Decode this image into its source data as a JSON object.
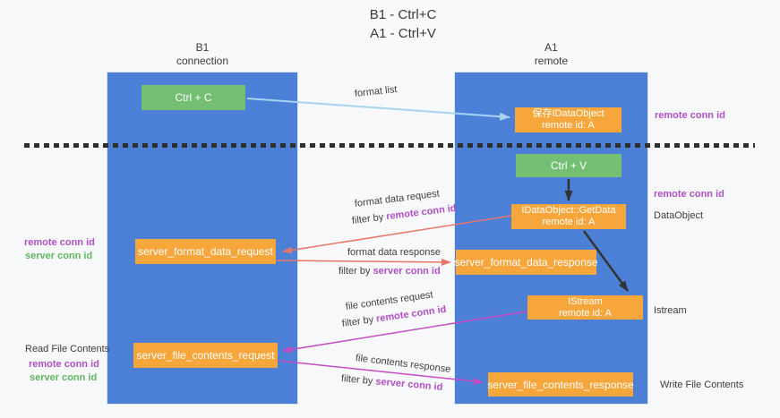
{
  "title": {
    "line1": "B1 - Ctrl+C",
    "line2": "A1 - Ctrl+V"
  },
  "lifelines": {
    "b1": {
      "name": "B1",
      "role": "connection"
    },
    "a1": {
      "name": "A1",
      "role": "remote"
    }
  },
  "nodes": {
    "ctrl_c": {
      "label": "Ctrl + C"
    },
    "ctrl_v": {
      "label": "Ctrl + V"
    },
    "save_dataobject": {
      "line1": "保存IDataObject",
      "line2": "remote id: A"
    },
    "getdata": {
      "line1": "IDataObject::GetData",
      "line2": "remote id: A"
    },
    "istream": {
      "line1": "IStream",
      "line2": "remote id: A"
    },
    "server_format_data_request": {
      "label": "server_format_data_request"
    },
    "server_format_data_response": {
      "label": "server_format_data_response"
    },
    "server_file_contents_request": {
      "label": "server_file_contents_request"
    },
    "server_file_contents_response": {
      "label": "server_file_contents_response"
    }
  },
  "edge_labels": {
    "format_list": "format list",
    "format_data_request": "format data request",
    "format_data_response": "format data response",
    "file_contents_request": "file contents request",
    "file_contents_response": "file contents response",
    "filter_by": "filter by ",
    "remote_conn_id": "remote conn id",
    "server_conn_id": "server conn id"
  },
  "annotations": {
    "remote_conn_id": "remote conn id",
    "server_conn_id": "server conn id",
    "dataobject": "DataObject",
    "istream": "Istream",
    "read_file_contents": "Read File Contents",
    "write_file_contents": "Write File Contents"
  },
  "colors": {
    "lifeline_blue": "#4b80d6",
    "node_green": "#74bf74",
    "node_orange": "#f7a63c",
    "purple_text": "#b14fc7",
    "green_text": "#5eb75f",
    "arrow_red": "#e8756b",
    "arrow_magenta": "#c54bc5",
    "arrow_blue": "#a8d3f2",
    "arrow_black": "#333333"
  }
}
